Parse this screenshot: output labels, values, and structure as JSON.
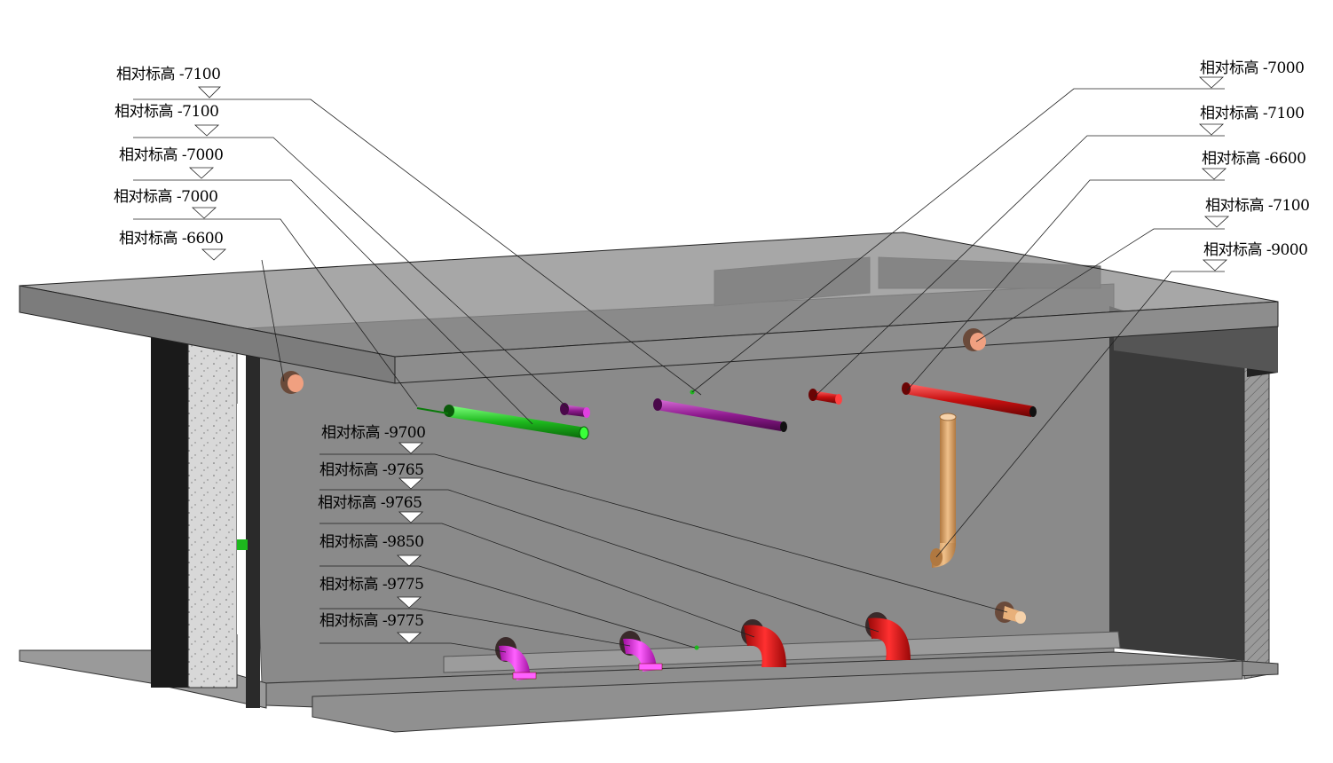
{
  "labels": {
    "l1": "相对标高 -7100",
    "l2": "相对标高 -7100",
    "l3": "相对标高 -7000",
    "l4": "相对标高 -7000",
    "l5": "相对标高 -6600",
    "r1": "相对标高 -7000",
    "r2": "相对标高 -7100",
    "r3": "相对标高 -6600",
    "r4": "相对标高 -7100",
    "r5": "相对标高 -9000",
    "m1": "相对标高 -9700",
    "m2": "相对标高 -9765",
    "m3": "相对标高 -9765",
    "m4": "相对标高 -9850",
    "m5": "相对标高 -9775",
    "m6": "相对标高 -9775"
  },
  "colors": {
    "slab_top": "#909090",
    "wall": "#8c8c8c",
    "dark_wall": "#3a3a3a",
    "pipe_green": "#1db81d",
    "pipe_purple": "#8e1a8e",
    "pipe_magenta": "#e01ee0",
    "pipe_red": "#d11010",
    "pipe_tan": "#e8b07a",
    "pipe_salmon": "#f0a080"
  }
}
